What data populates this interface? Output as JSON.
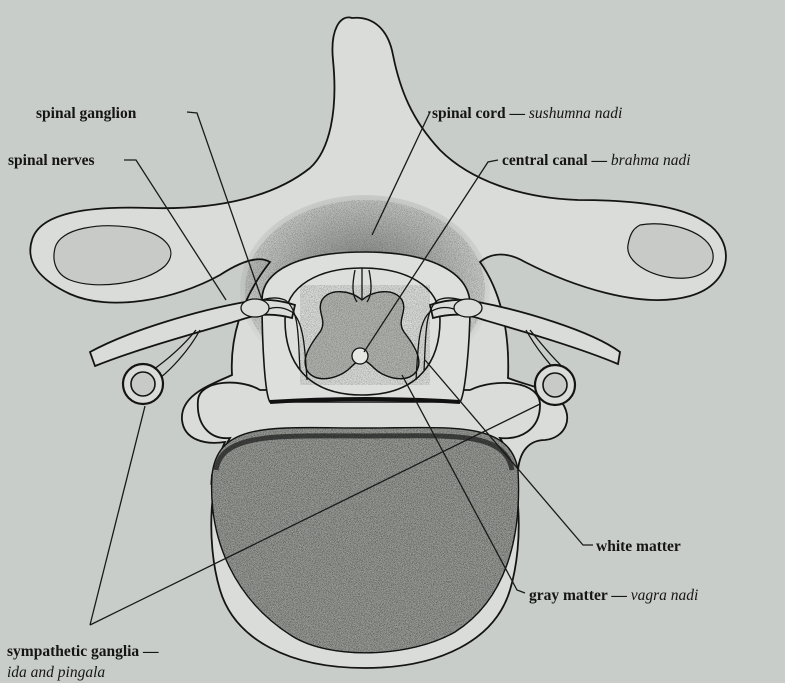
{
  "labels": {
    "spinal_ganglion": "spinal ganglion",
    "spinal_cord": "spinal cord",
    "spinal_cord_alt": "sushumna nadi",
    "spinal_nerves": "spinal nerves",
    "central_canal": "central canal",
    "central_canal_alt": "brahma nadi",
    "white_matter": "white matter",
    "gray_matter": "gray matter",
    "gray_matter_alt": "vagra nadi",
    "sympathetic_ganglia": "sympathetic ganglia —",
    "sympathetic_ganglia_alt": "ida and pingala",
    "dash": "—"
  },
  "colors": {
    "background": "#c9cdc9",
    "ink": "#141414",
    "bone": "#d9dcd8",
    "shading": "#2a2a2a"
  }
}
